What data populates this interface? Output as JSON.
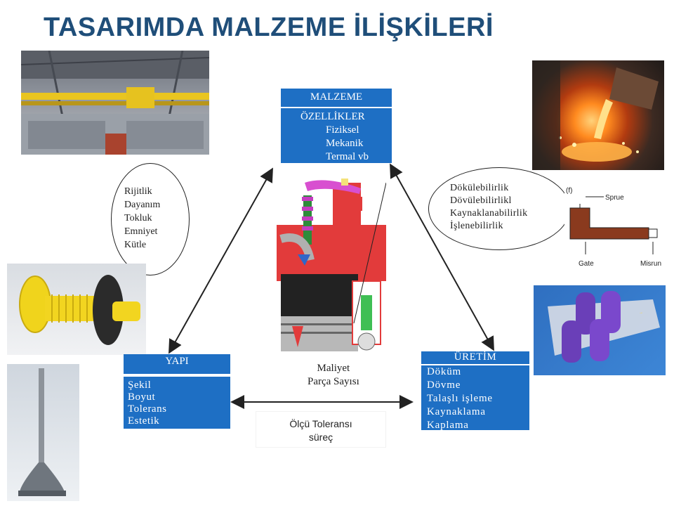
{
  "title": "TASARIMDA MALZEME İLİŞKİLERİ",
  "malzeme": {
    "title": "MALZEME",
    "heading": "ÖZELLİKLER",
    "items": [
      "Fiziksel",
      "Mekanik",
      "Termal vb"
    ]
  },
  "left_ellipse": {
    "items": [
      "Rijitlik",
      "Dayanım",
      "Tokluk",
      "Emniyet",
      "Kütle"
    ]
  },
  "right_ellipse": {
    "items": [
      "Dökülebilirlik",
      "Dövülebilirlikl",
      "Kaynaklanabilirlik",
      "İşlenebilirlik"
    ]
  },
  "yapi": {
    "title": "YAPI",
    "items": [
      "Şekil",
      "Boyut",
      "Tolerans",
      "Estetik"
    ]
  },
  "uretim": {
    "title": "ÜRETİM",
    "items": [
      "Döküm",
      "Dövme",
      "Talaşlı işleme",
      "Kaynaklama",
      "Kaplama"
    ]
  },
  "middle": {
    "lines": [
      "Maliyet",
      "Parça Sayısı"
    ]
  },
  "olcu": {
    "lines": [
      "Ölçü Toleransı",
      "süreç"
    ]
  },
  "casting_diagram": {
    "label_f": "(f)",
    "label_sprue": "Sprue",
    "label_gate": "Gate",
    "label_misrun": "Misrun"
  },
  "colors": {
    "title": "#1f4e79",
    "box_blue": "#1e6fc4",
    "engine_red": "#e23b3b"
  },
  "icons": {
    "crane_photo": "overhead-crane-photo",
    "foundry_photo": "molten-metal-pour-photo",
    "bolt_photo": "plastic-bolt-photo",
    "valve_photo": "engine-valve-photo",
    "roll_photo": "rolling-process-photo"
  }
}
